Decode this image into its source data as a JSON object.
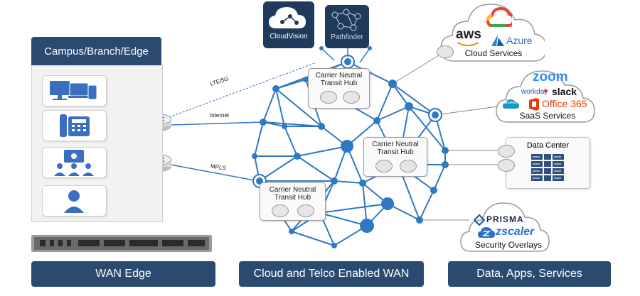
{
  "edge": {
    "title": "Campus/Branch/Edge",
    "bottom_label": "WAN Edge"
  },
  "links": {
    "lte": "LTE/5G",
    "internet": "Internet",
    "mpls": "MPLS"
  },
  "wan": {
    "bottom_label": "Cloud and Telco Enabled WAN",
    "hub_label_line1": "Carrier Neutral",
    "hub_label_line2": "Transit Hub"
  },
  "control": {
    "cloudvision": "CloudVision",
    "pathfinder": "Pathfinder"
  },
  "services": {
    "bottom_label": "Data, Apps, Services",
    "cloud": {
      "title": "Cloud Services",
      "aws": "aws",
      "azure": "Azure"
    },
    "saas": {
      "title": "SaaS Services",
      "zoom": "zoom",
      "workday": "workday",
      "slack": "slack",
      "salesforce": "salesforce",
      "office": "Office 365"
    },
    "datacenter": {
      "title": "Data Center"
    },
    "security": {
      "title": "Security Overlays",
      "prisma": "PRISMA",
      "zscaler": "zscaler"
    }
  },
  "colors": {
    "navy": "#2b4a6f",
    "mesh": "#2f78c4",
    "device": "#3a6fc0"
  }
}
